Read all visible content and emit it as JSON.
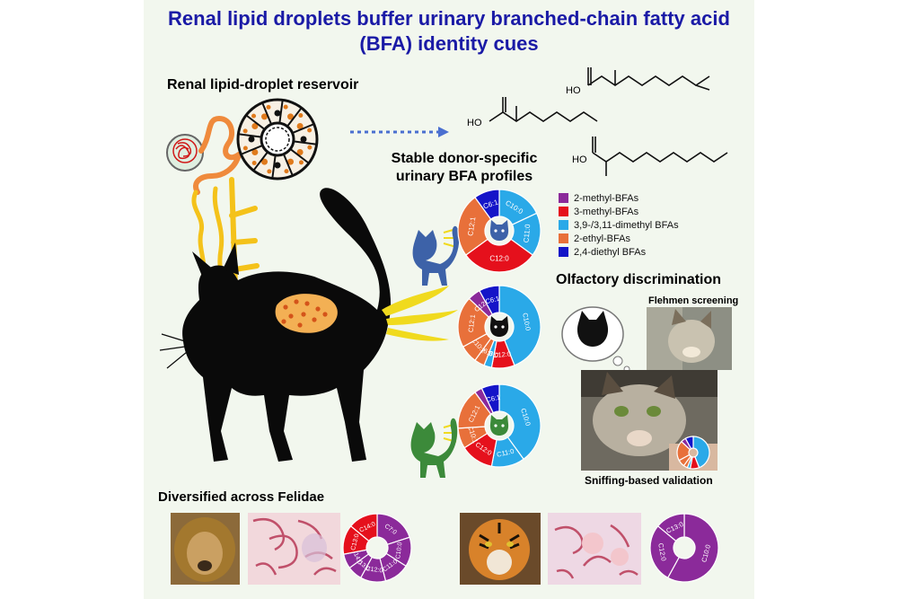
{
  "title_line1": "Renal lipid droplets buffer urinary branched-chain fatty acid",
  "title_line2": "(BFA) identity cues",
  "sections": {
    "reservoir": "Renal lipid-droplet reservoir",
    "profiles_line1": "Stable donor-specific",
    "profiles_line2": "urinary BFA profiles",
    "olfactory": "Olfactory discrimination",
    "flehmen": "Flehmen screening",
    "sniffing": "Sniffing-based validation",
    "felidae": "Diversified across Felidae"
  },
  "molecule_label": "HO",
  "legend": [
    {
      "label": "2-methyl-BFAs",
      "color": "#8b2a9a"
    },
    {
      "label": "3-methyl-BFAs",
      "color": "#e5101c"
    },
    {
      "label": "3,9-/3,11-dimethyl BFAs",
      "color": "#2aa9e8"
    },
    {
      "label": "2-ethyl-BFAs",
      "color": "#e8703a"
    },
    {
      "label": "2,4-diethyl BFAs",
      "color": "#1414c8"
    }
  ],
  "colors": {
    "M2": "#8b2a9a",
    "M3": "#e5101c",
    "DM": "#2aa9e8",
    "E2": "#e8703a",
    "DE": "#1414c8",
    "cat_blue": "#3d62a8",
    "cat_black": "#111111",
    "cat_green": "#3c8a3a"
  },
  "chart_data": [
    {
      "type": "pie",
      "name": "blue-cat-profile",
      "slices": [
        {
          "label": "C10:0",
          "value": 18,
          "group": "DM"
        },
        {
          "label": "C11:0",
          "value": 17,
          "group": "DM"
        },
        {
          "label": "C12:0",
          "value": 30,
          "group": "M3"
        },
        {
          "label": "C12:1",
          "value": 25,
          "group": "E2"
        },
        {
          "label": "C6:1",
          "value": 10,
          "group": "DE"
        }
      ]
    },
    {
      "type": "pie",
      "name": "black-cat-profile",
      "slices": [
        {
          "label": "C10:0",
          "value": 44,
          "group": "DM"
        },
        {
          "label": "C12:0",
          "value": 9,
          "group": "M3"
        },
        {
          "label": "C8:0",
          "value": 3,
          "group": "DM"
        },
        {
          "label": "C6:0",
          "value": 4,
          "group": "E2"
        },
        {
          "label": "C10:1",
          "value": 7,
          "group": "E2"
        },
        {
          "label": "C12:1",
          "value": 20,
          "group": "E2"
        },
        {
          "label": "C12:0",
          "value": 5,
          "group": "M2"
        },
        {
          "label": "C6:1",
          "value": 8,
          "group": "DE"
        }
      ]
    },
    {
      "type": "pie",
      "name": "green-cat-profile",
      "slices": [
        {
          "label": "C10:0",
          "value": 40,
          "group": "DM"
        },
        {
          "label": "C11:0",
          "value": 13,
          "group": "DM"
        },
        {
          "label": "C12:0",
          "value": 13,
          "group": "M3"
        },
        {
          "label": "C10:1",
          "value": 8,
          "group": "E2"
        },
        {
          "label": "C12:1",
          "value": 16,
          "group": "E2"
        },
        {
          "label": "",
          "value": 3,
          "group": "M2"
        },
        {
          "label": "C6:1",
          "value": 7,
          "group": "DE"
        }
      ]
    },
    {
      "type": "pie",
      "name": "lion-profile",
      "slices": [
        {
          "label": "C7:0",
          "value": 20,
          "group": "M2"
        },
        {
          "label": "C10:0",
          "value": 14,
          "group": "M2"
        },
        {
          "label": "C11:0",
          "value": 12,
          "group": "M2"
        },
        {
          "label": "C12:0",
          "value": 12,
          "group": "M2"
        },
        {
          "label": "C13:0",
          "value": 7,
          "group": "M2"
        },
        {
          "label": "C14:0",
          "value": 7,
          "group": "M2"
        },
        {
          "label": "C13:0",
          "value": 14,
          "group": "M3"
        },
        {
          "label": "C14:0",
          "value": 14,
          "group": "M3"
        }
      ]
    },
    {
      "type": "pie",
      "name": "tiger-profile",
      "slices": [
        {
          "label": "C10:0",
          "value": 58,
          "group": "M2"
        },
        {
          "label": "C12:0",
          "value": 28,
          "group": "M2"
        },
        {
          "label": "C13:0",
          "value": 14,
          "group": "M2"
        }
      ]
    }
  ]
}
